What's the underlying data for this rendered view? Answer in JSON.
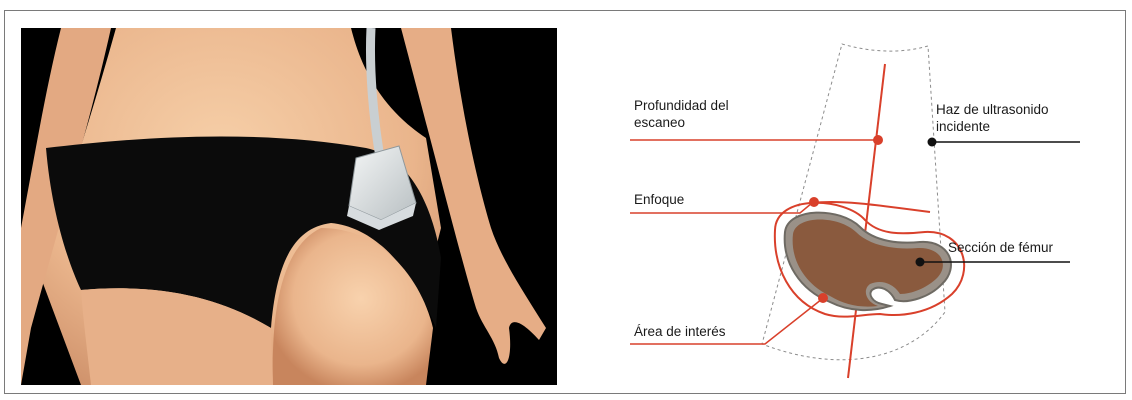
{
  "colors": {
    "accent": "#d9402b",
    "skin": "#f0c09a",
    "underwear": "#0b0b0b",
    "bone_fill": "#8a5a3e",
    "bone_rim": "#6e6a63",
    "beam_outline": "#8c8c8c"
  },
  "photo": {
    "icon": "ultrasound-probe-on-hip-illustration"
  },
  "diagram": {
    "labels": {
      "scan_depth_line1": "Profundidad del",
      "scan_depth_line2": "escaneo",
      "beam_line1": "Haz de ultrasonido",
      "beam_line2": "incidente",
      "focus": "Enfoque",
      "femur_section": "Sección de fémur",
      "area_of_interest": "Área de interés"
    }
  }
}
